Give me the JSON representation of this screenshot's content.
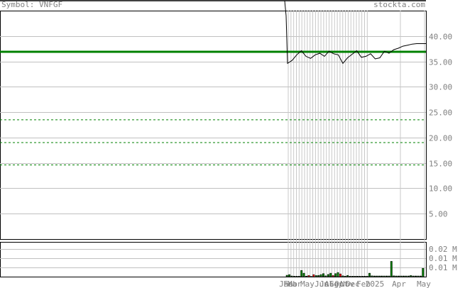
{
  "header": {
    "symbol_label": "Symbol: VNFGF",
    "brand": "stockta.com"
  },
  "chart_data": [
    {
      "type": "line",
      "title": "",
      "ylim": [
        0,
        45
      ],
      "y_ticks": [
        5,
        10,
        15,
        20,
        25,
        30,
        35,
        40
      ],
      "y_tick_labels": [
        "5.00",
        "10.00",
        "15.00",
        "20.00",
        "25.00",
        "30.00",
        "35.00",
        "40.00"
      ],
      "x_tick_labels": [
        "Jan",
        "Feb",
        "Mar",
        "May",
        "Jun",
        "Jul",
        "Aug",
        "Sep",
        "Oct",
        "Nov",
        "Dec",
        "Feb",
        "2025",
        "Apr",
        "May"
      ],
      "series": [
        {
          "values": [
            47,
            44,
            34.6,
            35.2,
            36.3,
            37.1,
            36.0,
            35.6,
            36.3,
            36.6,
            36.0,
            37.0,
            36.5,
            36.3,
            34.6,
            35.7,
            36.4,
            37.1,
            35.8,
            36.0,
            36.5,
            35.5,
            35.7,
            37.0,
            36.6,
            37.3,
            37.6,
            38.0,
            38.2,
            38.4,
            38.5,
            38.5,
            38.5
          ]
        }
      ],
      "horizontal_lines": [
        {
          "value": 36.9,
          "style": "solid",
          "color": "#008000"
        },
        {
          "value": 23.5,
          "style": "dashed",
          "color": "#008000"
        },
        {
          "value": 19.0,
          "style": "dashed",
          "color": "#008000"
        },
        {
          "value": 14.6,
          "style": "dashed",
          "color": "#008000"
        }
      ]
    },
    {
      "type": "bar",
      "title": "",
      "ylim": [
        0,
        0.025
      ],
      "y_tick_labels": [
        "0.02 M",
        "0.01 M",
        "0.01 M"
      ],
      "values": [
        0.001,
        0.0015,
        0.0005,
        0.0003,
        0.0003,
        0.0003,
        0.0045,
        0.0025,
        0.0004,
        0.0008,
        0.0002,
        0.0015,
        0.0008,
        0.0009,
        0.0015,
        0.0022,
        0.0006,
        0.0016,
        0.0025,
        0.0008,
        0.0022,
        0.003,
        0.002,
        0.0006,
        0.0003,
        0.0009,
        0.0003,
        0.0003,
        0.0003,
        0.0003,
        0.0003,
        0.0003,
        0.0003,
        0.0003,
        0.0025,
        0.0006,
        0.0005,
        0.0005,
        0.0005,
        0.0005,
        0.0005,
        0.0005,
        0.0005,
        0.011,
        0.0006,
        0.0005,
        0.0005,
        0.0005,
        0.0005,
        0.0005,
        0.0005,
        0.0008,
        0.0005,
        0.0005,
        0.0005,
        0.0005,
        0.006
      ],
      "down_color": "#ff0000",
      "up_color": "#008000",
      "down_indices": [
        9,
        11,
        19,
        22
      ]
    }
  ]
}
